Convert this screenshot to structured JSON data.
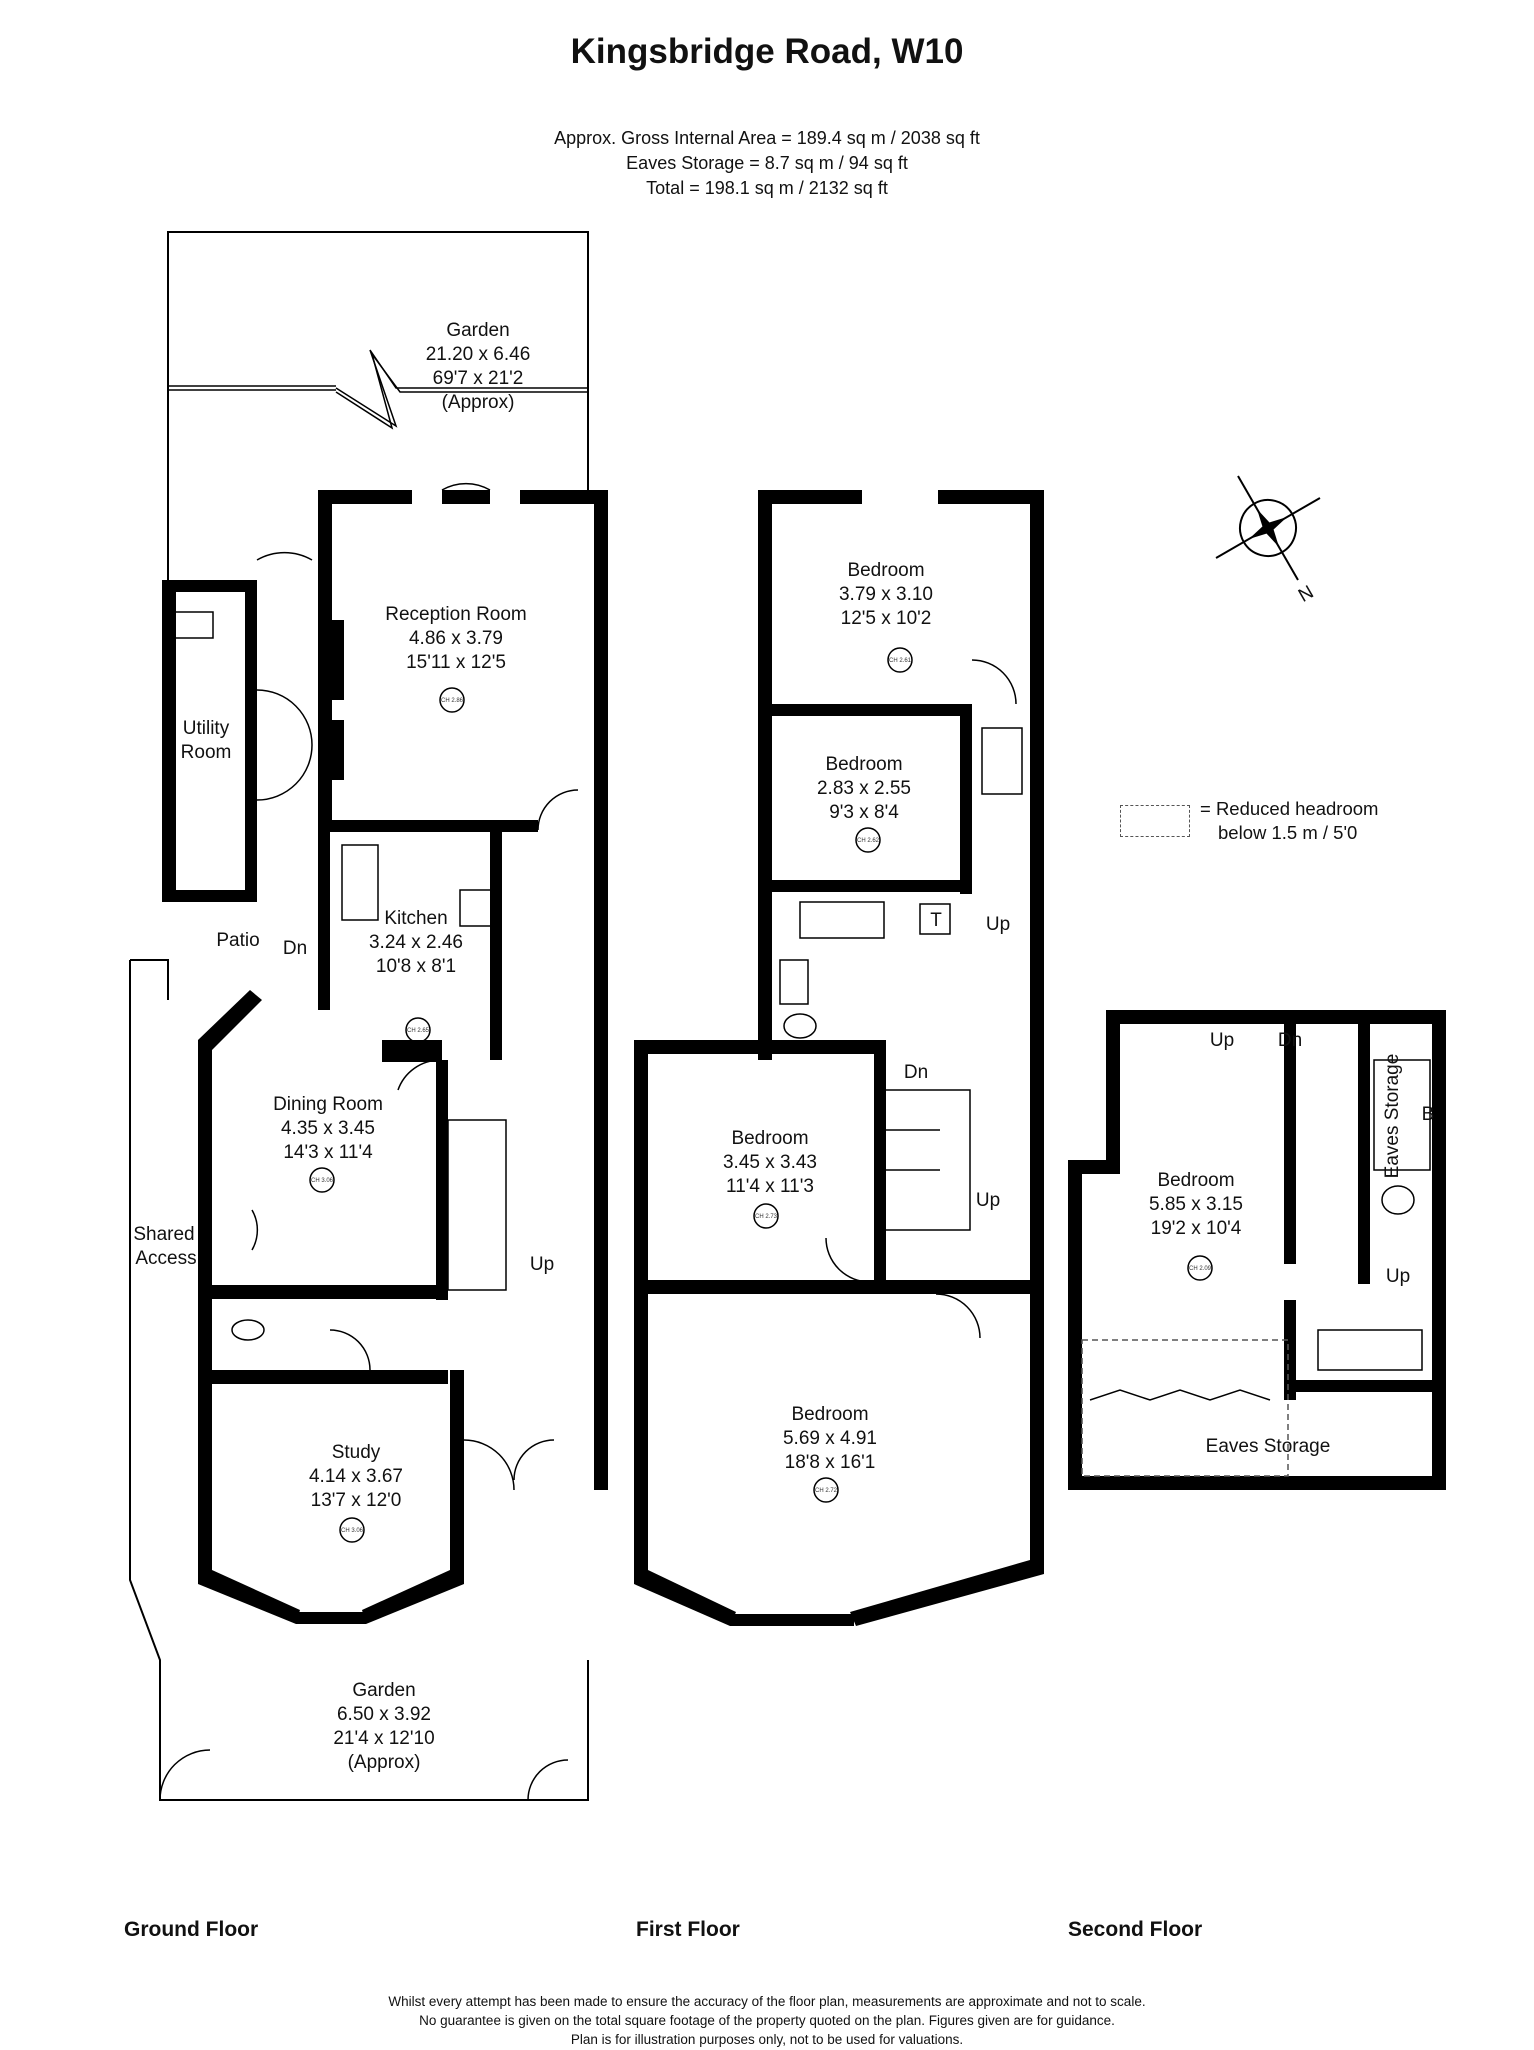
{
  "title": "Kingsbridge Road, W10",
  "areas": {
    "gross": "Approx. Gross Internal Area = 189.4 sq m / 2038 sq ft",
    "eaves": "Eaves Storage = 8.7 sq m / 94 sq ft",
    "total": "Total = 198.1 sq m / 2132 sq ft"
  },
  "legend": {
    "line1": "=  Reduced headroom",
    "line2": "below 1.5 m / 5'0"
  },
  "floors": {
    "ground": "Ground Floor",
    "first": "First Floor",
    "second": "Second Floor"
  },
  "ground_rooms": {
    "rear_garden": {
      "name": "Garden",
      "metric": "21.20 x 6.46",
      "imperial": "69'7 x 21'2",
      "note": "(Approx)"
    },
    "reception": {
      "name": "Reception Room",
      "metric": "4.86 x 3.79",
      "imperial": "15'11 x 12'5",
      "ch": "CH 2.86"
    },
    "utility": {
      "name1": "Utility",
      "name2": "Room"
    },
    "patio": "Patio",
    "dn": "Dn",
    "kitchen": {
      "name": "Kitchen",
      "metric": "3.24 x 2.46",
      "imperial": "10'8 x 8'1",
      "ch": "CH 2.65"
    },
    "dining": {
      "name": "Dining Room",
      "metric": "4.35 x 3.45",
      "imperial": "14'3 x 11'4",
      "ch": "CH 3.06"
    },
    "up": "Up",
    "shared_access": {
      "line1": "Shared",
      "line2": "Access"
    },
    "study": {
      "name": "Study",
      "metric": "4.14 x 3.67",
      "imperial": "13'7 x 12'0",
      "ch": "CH 3.06"
    },
    "front_garden": {
      "name": "Garden",
      "metric": "6.50 x 3.92",
      "imperial": "21'4 x 12'10",
      "note": "(Approx)"
    }
  },
  "first_rooms": {
    "bed1": {
      "name": "Bedroom",
      "metric": "3.79 x 3.10",
      "imperial": "12'5 x 10'2",
      "ch": "CH 2.61"
    },
    "bed2": {
      "name": "Bedroom",
      "metric": "2.83 x 2.55",
      "imperial": "9'3 x 8'4",
      "ch": "CH 2.62"
    },
    "t": "T",
    "up": "Up",
    "dn": "Dn",
    "up2": "Up",
    "bed3": {
      "name": "Bedroom",
      "metric": "3.45 x 3.43",
      "imperial": "11'4 x 11'3",
      "ch": "CH 2.73"
    },
    "bed4": {
      "name": "Bedroom",
      "metric": "5.69 x 4.91",
      "imperial": "18'8 x 16'1",
      "ch": "CH 2.72"
    }
  },
  "second_rooms": {
    "up": "Up",
    "dn": "Dn",
    "eaves_side": "Eaves Storage",
    "b": "B",
    "bed": {
      "name": "Bedroom",
      "metric": "5.85 x 3.15",
      "imperial": "19'2 x 10'4",
      "ch": "CH 2.09"
    },
    "up2": "Up",
    "eaves_bottom": "Eaves Storage"
  },
  "compass": "N",
  "footer": {
    "line1": "Whilst every attempt has been made to ensure the accuracy of the floor plan, measurements are approximate and not to scale.",
    "line2": "No guarantee is given on the total square footage of the property quoted on the plan. Figures given are for guidance.",
    "line3": "Plan is for illustration purposes only, not to be used for valuations."
  }
}
